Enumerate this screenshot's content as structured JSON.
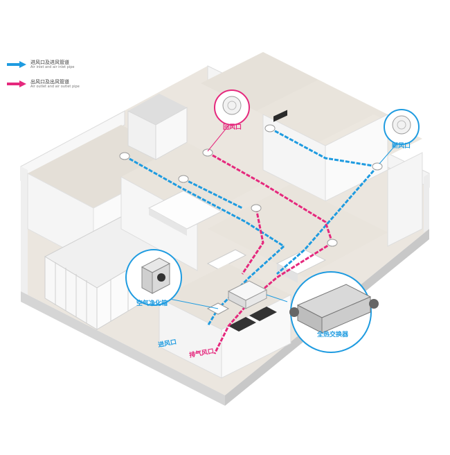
{
  "legend": {
    "inlet": {
      "label_zh": "进风口及进风管道",
      "label_en": "Air inlet and air inlet pipe",
      "color": "#1e9be0"
    },
    "outlet": {
      "label_zh": "出风口及出风管道",
      "label_en": "Air outlet and air outlet pipe",
      "color": "#e5287d"
    }
  },
  "labels": {
    "return_vent": "回风口",
    "fresh_vent": "新风口",
    "air_purifier": "空气净化箱",
    "heat_exchanger": "全热交换器",
    "intake_port": "进风口",
    "exhaust_port": "排气风口"
  },
  "colors": {
    "callout_border": "#e5287d",
    "wall": "#f2f2f2",
    "floor": "#e8e3dc"
  }
}
